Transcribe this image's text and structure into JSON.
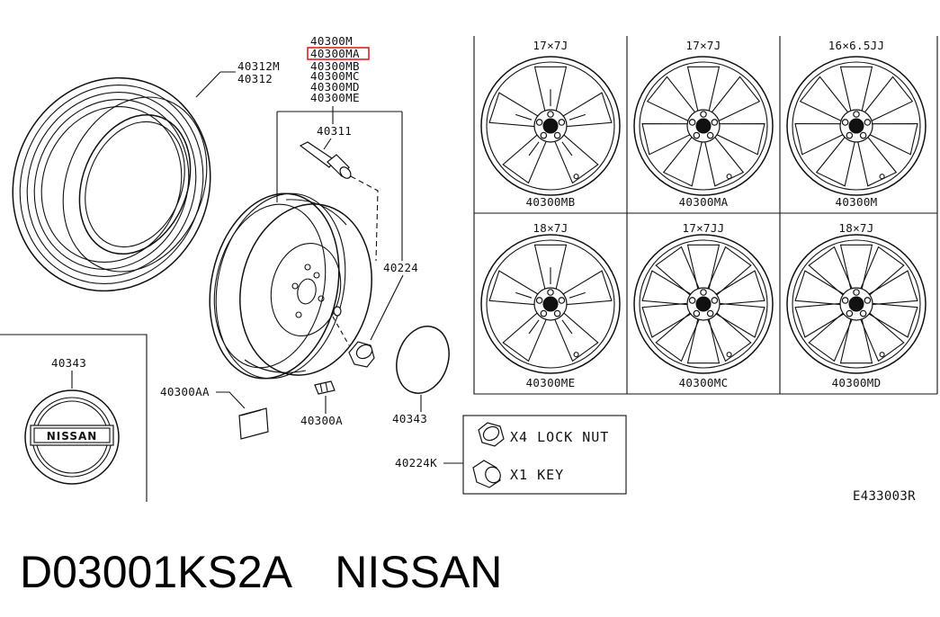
{
  "parts": {
    "wheel_list": [
      "40300M",
      "40300MA",
      "40300MB",
      "40300MC",
      "40300MD",
      "40300ME"
    ],
    "highlighted": "40300MA",
    "tire_label_1": "40312M",
    "tire_label_2": "40312",
    "valve": "40311",
    "nut": "40224",
    "cap_emblem_label": "40343",
    "cap_emblem_text": "NISSAN",
    "cap_disc": "40343",
    "weight_aa": "40300AA",
    "weight_a": "40300A",
    "lock_kit": "40224K",
    "lock_nut_text": "X4 LOCK NUT",
    "key_text": "X1 KEY",
    "diagram_code": "E433003R"
  },
  "wheels": [
    {
      "size": "17×7J",
      "part": "40300MB"
    },
    {
      "size": "17×7J",
      "part": "40300MA"
    },
    {
      "size": "16×6.5JJ",
      "part": "40300M"
    },
    {
      "size": "18×7J",
      "part": "40300ME"
    },
    {
      "size": "17×7JJ",
      "part": "40300MC"
    },
    {
      "size": "18×7J",
      "part": "40300MD"
    }
  ],
  "caption": "D03001KS2A　NISSAN"
}
